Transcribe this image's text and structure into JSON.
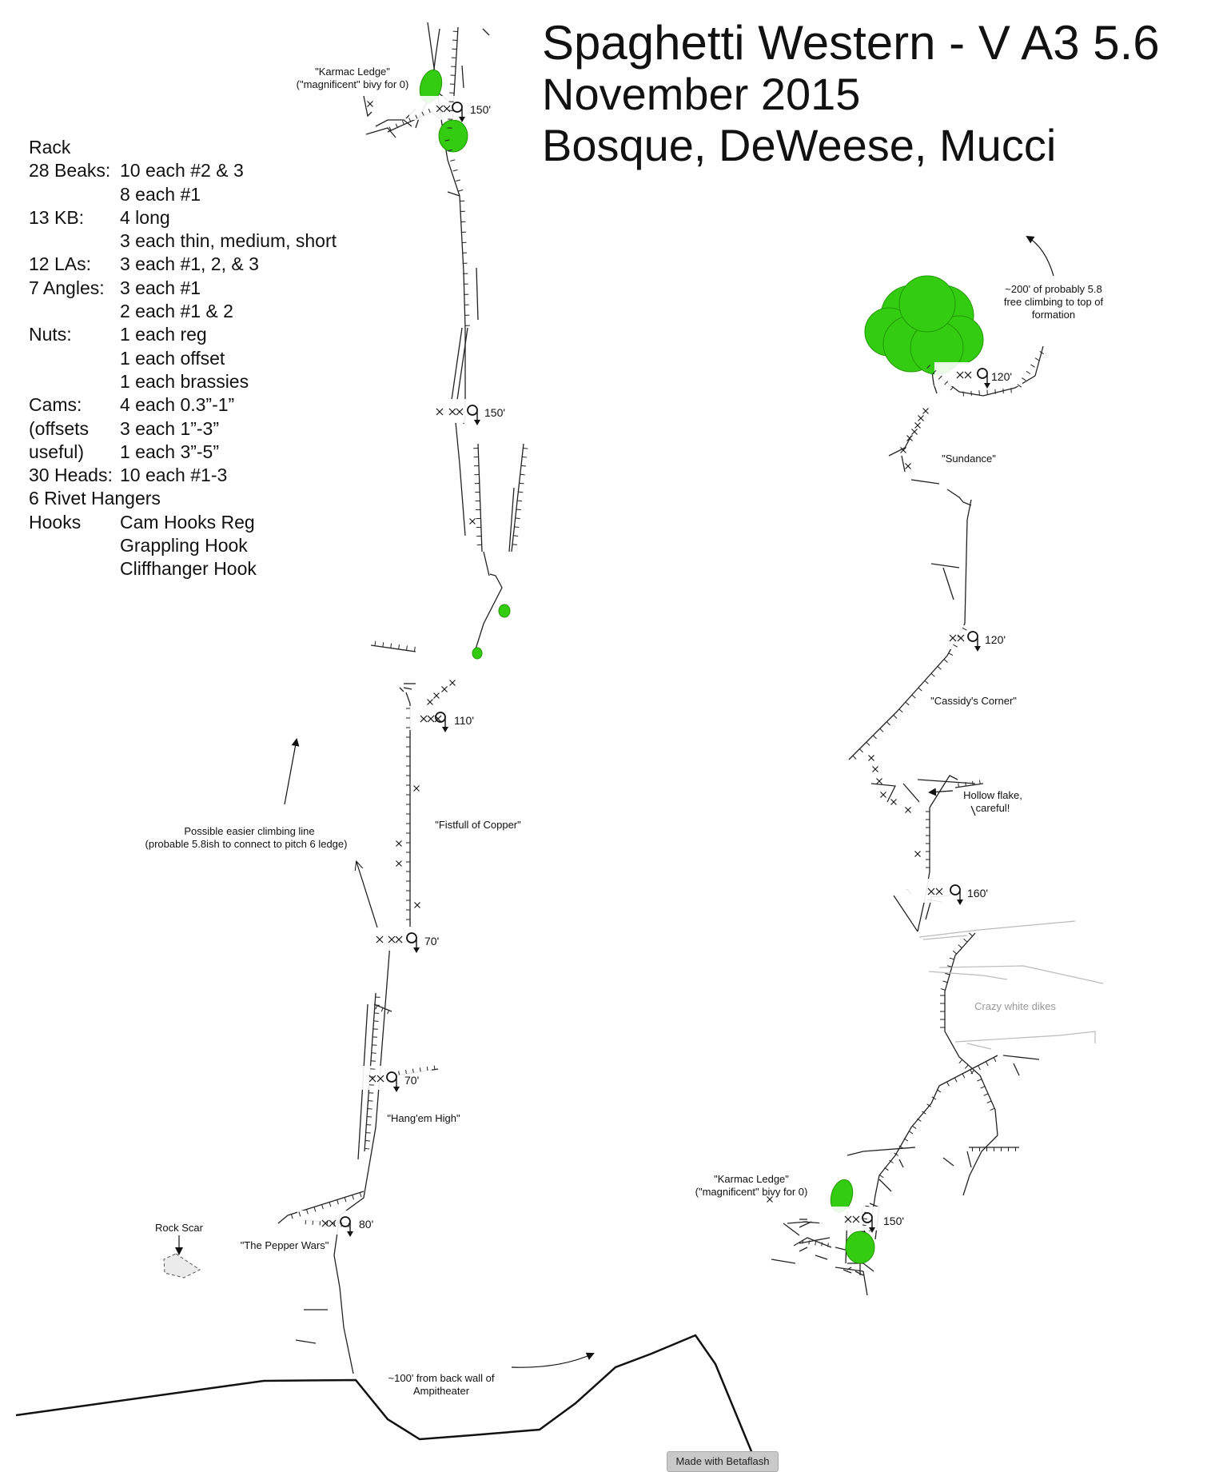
{
  "title": {
    "line1": "Spaghetti Western - V A3 5.6",
    "line2": "November 2015",
    "line3": "Bosque, DeWeese, Mucci"
  },
  "rack": {
    "heading": "Rack",
    "rows": [
      {
        "k": "28 Beaks:",
        "v": "10 each #2 & 3"
      },
      {
        "k": "",
        "v": "8 each #1"
      },
      {
        "k": "13 KB:",
        "v": "4 long"
      },
      {
        "k": "",
        "v": "3 each thin, medium, short"
      },
      {
        "k": "12 LAs:",
        "v": "3 each #1, 2, & 3"
      },
      {
        "k": "7 Angles:",
        "v": "3 each #1"
      },
      {
        "k": "",
        "v": "2 each #1 & 2"
      },
      {
        "k": "Nuts:",
        "v": "1 each reg"
      },
      {
        "k": "",
        "v": "1 each offset"
      },
      {
        "k": "",
        "v": "1 each brassies"
      },
      {
        "k": "Cams:",
        "v": "4 each 0.3”-1”"
      },
      {
        "k": "(offsets",
        "v": "3 each 1”-3”"
      },
      {
        "k": "useful)",
        "v": "1 each 3”-5”"
      },
      {
        "k": "30 Heads:",
        "v": "10 each #1-3"
      },
      {
        "k": "6 Rivet Hangers",
        "v": ""
      },
      {
        "k": "Hooks",
        "v": "Cam Hooks Reg"
      },
      {
        "k": "",
        "v": "Grappling Hook"
      },
      {
        "k": "",
        "v": "Cliffhanger Hook"
      }
    ]
  },
  "labels": {
    "karmac_top_1": "\"Karmac Ledge\"",
    "karmac_top_2": "(\"magnificent\" bivy for 0)",
    "karmac_bot_1": "\"Karmac Ledge\"",
    "karmac_bot_2": "(\"magnificent\" bivy for 0)",
    "fistfull": "\"Fistfull of Copper\"",
    "hangem": "\"Hang'em High\"",
    "pepper": "\"The Pepper Wars\"",
    "rockscar": "Rock Scar",
    "easier_1": "Possible  easier climbing line",
    "easier_2": "(probable 5.8ish to connect to pitch 6 ledge)",
    "back_wall_1": "~100' from back wall of",
    "back_wall_2": "Ampitheater",
    "free_1": "~200' of probably 5.8",
    "free_2": "free climbing to top of",
    "free_3": "formation",
    "sundance": "\"Sundance\"",
    "cassidy": "\"Cassidy's Corner\"",
    "hollow_1": "Hollow flake,",
    "hollow_2": "careful!",
    "dikes": "Crazy white dikes"
  },
  "pitch_lengths": {
    "left_top": "150'",
    "left_150b": "150'",
    "left_110": "110'",
    "left_70a": "70'",
    "left_70b": "70'",
    "left_80": "80'",
    "right_120a": "120'",
    "right_120b": "120'",
    "right_160": "160'",
    "right_150": "150'"
  },
  "colors": {
    "tree": "#33cc11",
    "tree_stroke": "#229900",
    "line": "#111111",
    "dike": "#bbbbbb"
  },
  "footer": "Made with Betaflash"
}
